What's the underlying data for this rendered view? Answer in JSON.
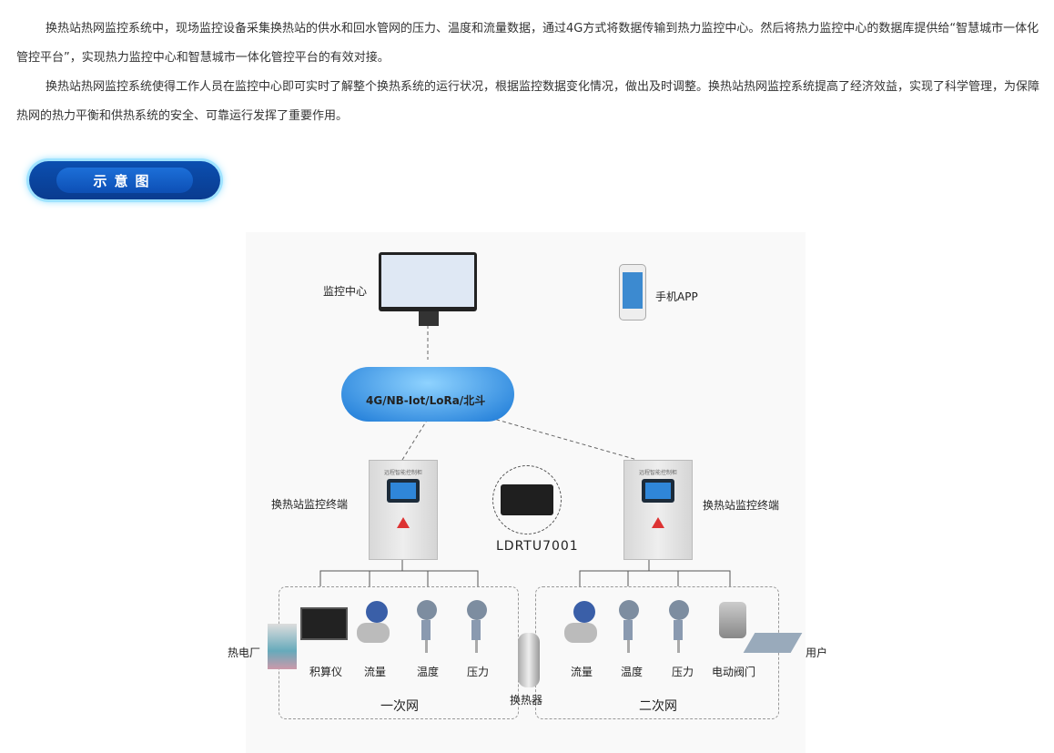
{
  "paragraphs": [
    "换热站热网监控系统中，现场监控设备采集换热站的供水和回水管网的压力、温度和流量数据，通过4G方式将数据传输到热力监控中心。然后将热力监控中心的数据库提供给“智慧城市一体化管控平台”，实现热力监控中心和智慧城市一体化管控平台的有效对接。",
    "换热站热网监控系统使得工作人员在监控中心即可实时了解整个换热系统的运行状况，根据监控数据变化情况，做出及时调整。换热站热网监控系统提高了经济效益，实现了科学管理，为保障热网的热力平衡和供热系统的安全、可靠运行发挥了重要作用。"
  ],
  "section_badge": "示意图",
  "diagram": {
    "monitor_center": "监控中心",
    "mobile_app": "手机APP",
    "network": "4G/NB-Iot/LoRa/北斗",
    "terminal_left": "换热站监控终端",
    "terminal_right": "换热站监控终端",
    "cabinet_title": "远程智能控制柜",
    "device_model": "LDRTU7001",
    "power_plant": "热电厂",
    "primary_items": [
      "积算仪",
      "流量",
      "温度",
      "压力"
    ],
    "heat_exchanger": "换热器",
    "secondary_items": [
      "流量",
      "温度",
      "压力",
      "电动阀门"
    ],
    "user": "用户",
    "primary_net": "一次网",
    "secondary_net": "二次网"
  }
}
